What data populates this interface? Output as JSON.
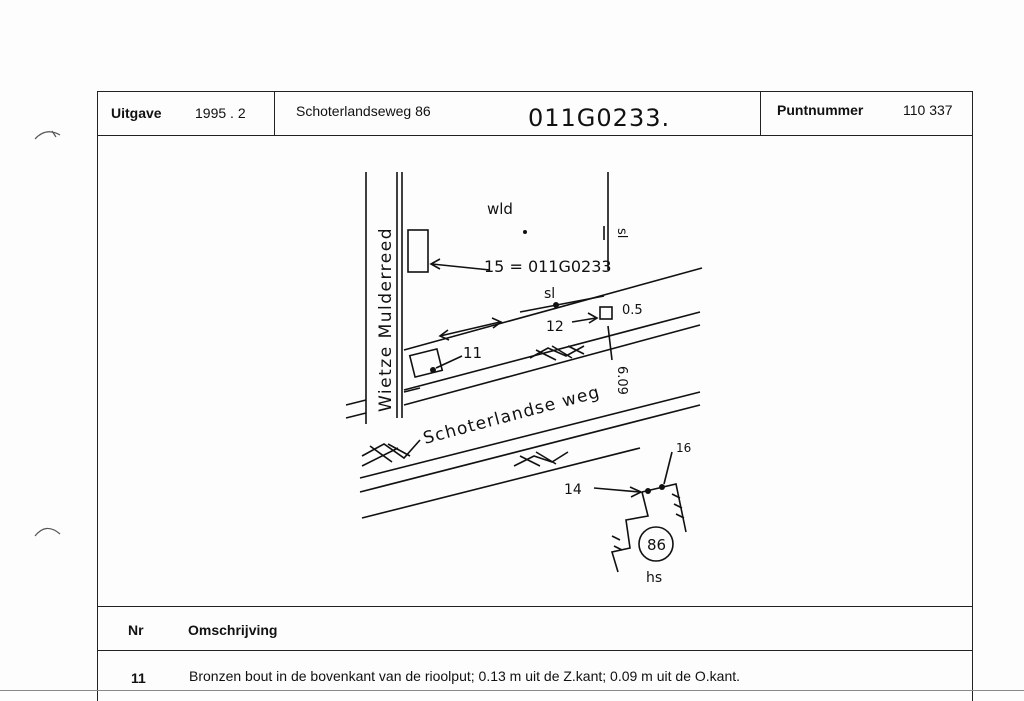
{
  "header": {
    "uitgave_label": "Uitgave",
    "uitgave_value": "1995 . 2",
    "address": "Schoterlandseweg 86",
    "handwritten_code": "011G0233.",
    "puntnummer_label": "Puntnummer",
    "puntnummer_value": "110 337"
  },
  "sketch": {
    "street_vertical": "Wietze Mulderreed",
    "street_main": "Schoterlandse weg",
    "wld": "wld",
    "sl_right": "sl",
    "sl_mid": "sl",
    "point_15_label": "15 = 011G0233",
    "point_12": "12",
    "point_11": "11",
    "point_14": "14",
    "point_16": "16",
    "dist_05": "0.5",
    "dist_609": "6.09",
    "house_number": "86",
    "hs": "hs"
  },
  "table": {
    "col_nr": "Nr",
    "col_desc": "Omschrijving",
    "rows": [
      {
        "nr": "11",
        "desc": "Bronzen bout in de bovenkant van de rioolput; 0.13 m uit de Z.kant; 0.09 m uit de O.kant."
      }
    ]
  }
}
